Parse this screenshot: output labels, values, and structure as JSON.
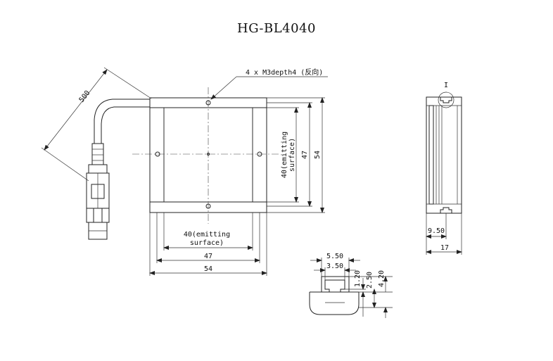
{
  "title": "HG-BL4040",
  "front_view": {
    "hole_note": "4 x M3depth4 (反向)",
    "cable_length": "500",
    "dim_width_emitting_1": "40(emitting",
    "dim_width_emitting_2": "surface)",
    "dim_width_inner": "47",
    "dim_width_outer": "54",
    "dim_height_emitting_1": "40(emitting",
    "dim_height_emitting_2": "surface)",
    "dim_height_inner": "47",
    "dim_height_outer": "54"
  },
  "side_view": {
    "detail_marker": "I",
    "dim_offset": "9.50",
    "dim_depth": "17"
  },
  "detail_view": {
    "dim_a": "5.50",
    "dim_b": "3.50",
    "dim_c": "1.20",
    "dim_d": "2.50",
    "dim_e": "4.20"
  }
}
